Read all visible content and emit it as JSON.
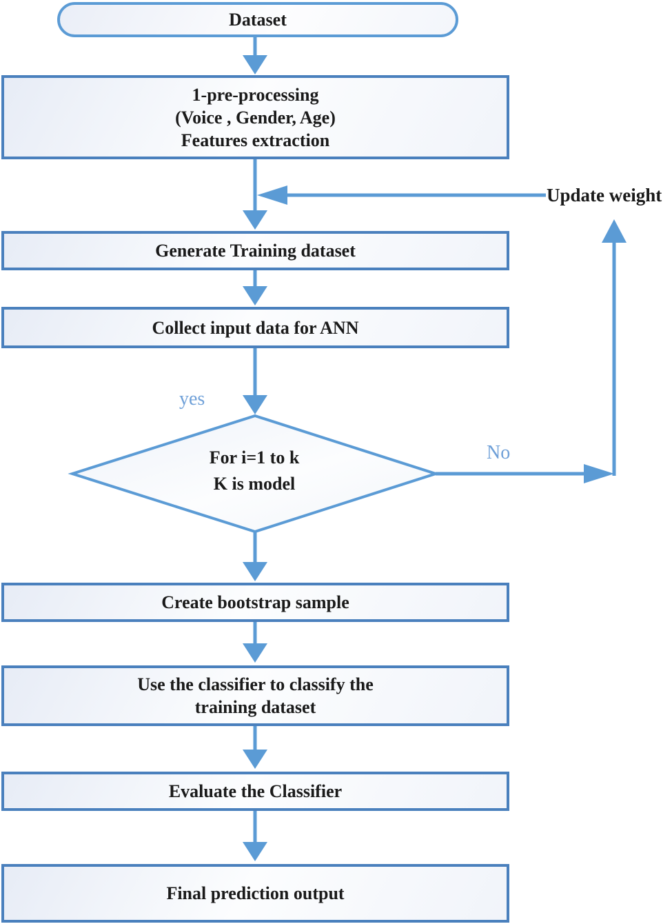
{
  "colors": {
    "box_border": "#4a80bd",
    "connector": "#5b9bd5",
    "branch_label": "#6fa0d8",
    "node_text": "#1a1a1a",
    "fill_tint": "#e7ecf6"
  },
  "nodes": {
    "dataset": {
      "shape": "terminator",
      "label": "Dataset"
    },
    "preprocessing": {
      "shape": "process",
      "lines": [
        "1-pre-processing",
        "(Voice , Gender, Age)",
        "Features extraction"
      ]
    },
    "generate_training": {
      "shape": "process",
      "label": "Generate Training dataset"
    },
    "collect_input": {
      "shape": "process",
      "label": "Collect input data for ANN"
    },
    "loop_decision": {
      "shape": "decision",
      "lines": [
        "For i=1 to k",
        "K is model"
      ]
    },
    "bootstrap": {
      "shape": "process",
      "label": "Create bootstrap sample"
    },
    "classify": {
      "shape": "process",
      "lines": [
        "Use the classifier to classify the",
        "training dataset"
      ]
    },
    "evaluate": {
      "shape": "process",
      "label": "Evaluate the Classifier"
    },
    "final_output": {
      "shape": "process",
      "label": "Final prediction output"
    }
  },
  "edge_labels": {
    "yes": "yes",
    "no": "No",
    "update_weight": "Update weight"
  }
}
